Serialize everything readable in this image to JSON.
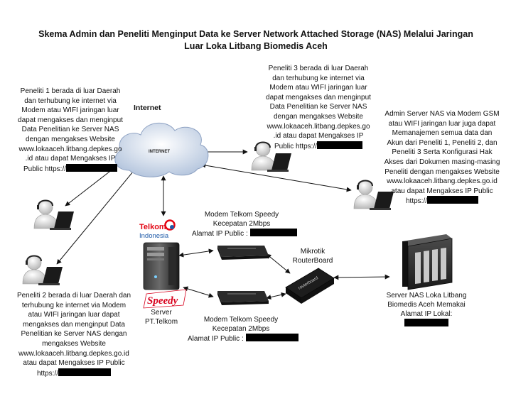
{
  "title": {
    "line1": "Skema Admin dan Peneliti Menginput Data ke Server Network Attached Storage (NAS) Melalui Jaringan",
    "line2": "Luar Loka Litbang Biomedis Aceh"
  },
  "internet": {
    "label": "Internet",
    "cloud_text": "INTERNET"
  },
  "peneliti1": {
    "lines": [
      "Peneliti 1 berada di luar Daerah",
      "dan terhubung ke internet via",
      "Modem atau WIFI jaringan luar",
      "dapat mengakses dan menginput",
      "Data Penelitian ke Server NAS",
      "dengan mengakses Website",
      "www.lokaaceh.litbang.depkes.go",
      ".id atau dapat Mengakses IP"
    ],
    "ip_prefix": "Public https://"
  },
  "peneliti2": {
    "lines": [
      "Peneliti 2 berada di luar Daerah dan",
      "terhubung ke internet via Modem",
      "atau WIFI jaringan luar dapat",
      "mengakses dan menginput Data",
      "Penelitian ke Server NAS dengan",
      "mengakses Website",
      "www.lokaaceh.litbang.depkes.go.id",
      "atau dapat Mengakses IP Public"
    ],
    "ip_prefix": "https://"
  },
  "peneliti3": {
    "lines": [
      "Peneliti 3 berada di luar Daerah",
      "dan terhubung ke internet via",
      "Modem atau WIFI jaringan luar",
      "dapat mengakses dan menginput",
      "Data Penelitian ke Server NAS",
      "dengan mengakses Website",
      "www.lokaaceh.litbang.depkes.go",
      ".id atau dapat Mengakses IP"
    ],
    "ip_prefix": "Public https://"
  },
  "admin": {
    "lines": [
      "Admin Server NAS via Modem GSM",
      "atau WIFI jaringan luar juga dapat",
      "Memanajemen semua data dan",
      "Akun dari Peneliti 1, Peneliti 2, dan",
      "Peneliti 3 Serta Konfigurasi Hak",
      "Akses dari Dokumen masing-masing",
      "Peneliti dengan mengakses Website",
      "www.lokaaceh.litbang.depkes.go.id",
      "atau dapat Mengakses IP Public"
    ],
    "ip_prefix": "https://"
  },
  "modem1": {
    "line1": "Modem Telkom Speedy",
    "line2": "Kecepatan 2Mbps",
    "ip_prefix": "Alamat IP Public :"
  },
  "modem2": {
    "line1": "Modem Telkom Speedy",
    "line2": "Kecepatan 2Mbps",
    "ip_prefix": "Alamat IP Public :"
  },
  "router": {
    "line1": "Mikrotik",
    "line2": "RouterBoard",
    "device_text": "routerboard"
  },
  "nas": {
    "line1": "Server NAS Loka Litbang",
    "line2": "Biomedis Aceh Memakai",
    "line3": "Alamat IP Lokal:"
  },
  "server": {
    "line1": "Server",
    "line2": "PT.Telkom"
  },
  "telkom_logo": {
    "word1": "Telkom",
    "word2": "Indonesia"
  },
  "speedy_logo": {
    "word": "Speedy"
  },
  "colors": {
    "telkom_red": "#e30613",
    "telkom_blue": "#1e5aa8",
    "speedy_red": "#d8001c",
    "redaction": "#000000"
  }
}
